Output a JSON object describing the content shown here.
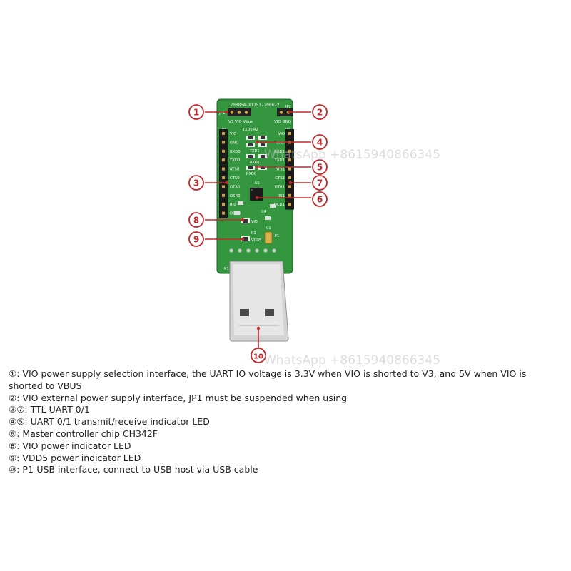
{
  "board": {
    "silkscreen_id": "20885A-X1251-200622",
    "jumper_left": "JP1",
    "jumper_right": "JP2",
    "top_pins_left": "V3 VIO Vbus",
    "top_pins_right": "VIO GND",
    "header_left_name": "P3",
    "header_right_name": "P4",
    "left_pins": [
      "VIO",
      "GND",
      "RXD0",
      "TXD0",
      "RTS0",
      "CTS0",
      "DTR0",
      "DSR0",
      "RI0",
      "DCD0"
    ],
    "right_pins": [
      "VIO",
      "GND",
      "RXD1",
      "TXD1",
      "RTS1",
      "CTS1",
      "DTR1",
      "RI1",
      "DCD1"
    ],
    "led_labels": [
      "TXD0",
      "R2",
      "TXD1",
      "RXD1",
      "RXD0",
      "VIO",
      "VDD5",
      "R1",
      "U1",
      "C4",
      "C1",
      "F1"
    ],
    "usb_label": "P1",
    "pcb_color": "#2f8f3a",
    "connector_color": "#c9c9c9"
  },
  "callouts": [
    {
      "n": "1"
    },
    {
      "n": "2"
    },
    {
      "n": "3"
    },
    {
      "n": "4"
    },
    {
      "n": "5"
    },
    {
      "n": "6"
    },
    {
      "n": "7"
    },
    {
      "n": "8"
    },
    {
      "n": "9"
    },
    {
      "n": "10"
    }
  ],
  "callout_color": "#c0282a",
  "watermark": "WhatsApp +8615940866345",
  "descriptions": [
    {
      "marker": "①",
      "text": ": VIO power supply selection interface, the UART IO voltage is 3.3V when VIO is shorted to V3, and 5V when VIO is shorted to VBUS"
    },
    {
      "marker": "②",
      "text": ": VIO external power supply interface, JP1 must be suspended when using"
    },
    {
      "marker": "③⑦",
      "text": ": TTL UART 0/1"
    },
    {
      "marker": "④⑤",
      "text": ": UART 0/1 transmit/receive indicator LED"
    },
    {
      "marker": "⑥",
      "text": ": Master controller chip CH342F"
    },
    {
      "marker": "⑧",
      "text": ": VIO power indicator LED"
    },
    {
      "marker": "⑨",
      "text": ": VDD5 power indicator LED"
    },
    {
      "marker": "⑩",
      "text": ": P1-USB interface, connect to USB host via USB cable"
    }
  ]
}
